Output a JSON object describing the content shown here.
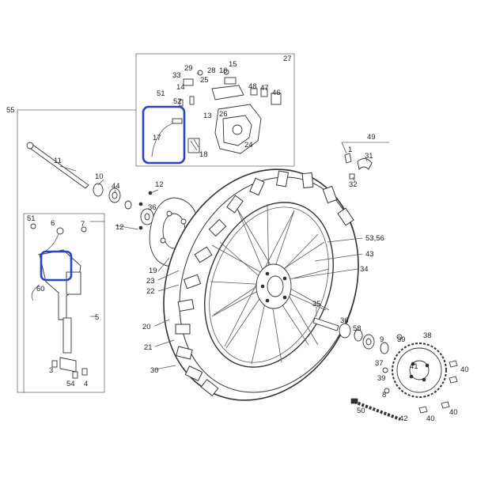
{
  "diagram": {
    "box_caliper_label": "27",
    "box_hub_label": "55",
    "box_left_label": "5",
    "callouts": [
      "29",
      "28",
      "16",
      "15",
      "33",
      "25",
      "14",
      "48",
      "47",
      "46",
      "51",
      "52",
      "13",
      "26",
      "17",
      "18",
      "24",
      "10",
      "44",
      "11",
      "12",
      "36",
      "12",
      "6",
      "51",
      "7",
      "60",
      "3",
      "54",
      "4",
      "19",
      "23",
      "22",
      "20",
      "21",
      "30",
      "53,56",
      "43",
      "34",
      "35",
      "36",
      "58",
      "9",
      "39",
      "38",
      "37",
      "41",
      "39",
      "40",
      "8",
      "50",
      "42",
      "40",
      "40",
      "49",
      "1",
      "31",
      "32"
    ],
    "highlight_color": "#3040c8"
  }
}
